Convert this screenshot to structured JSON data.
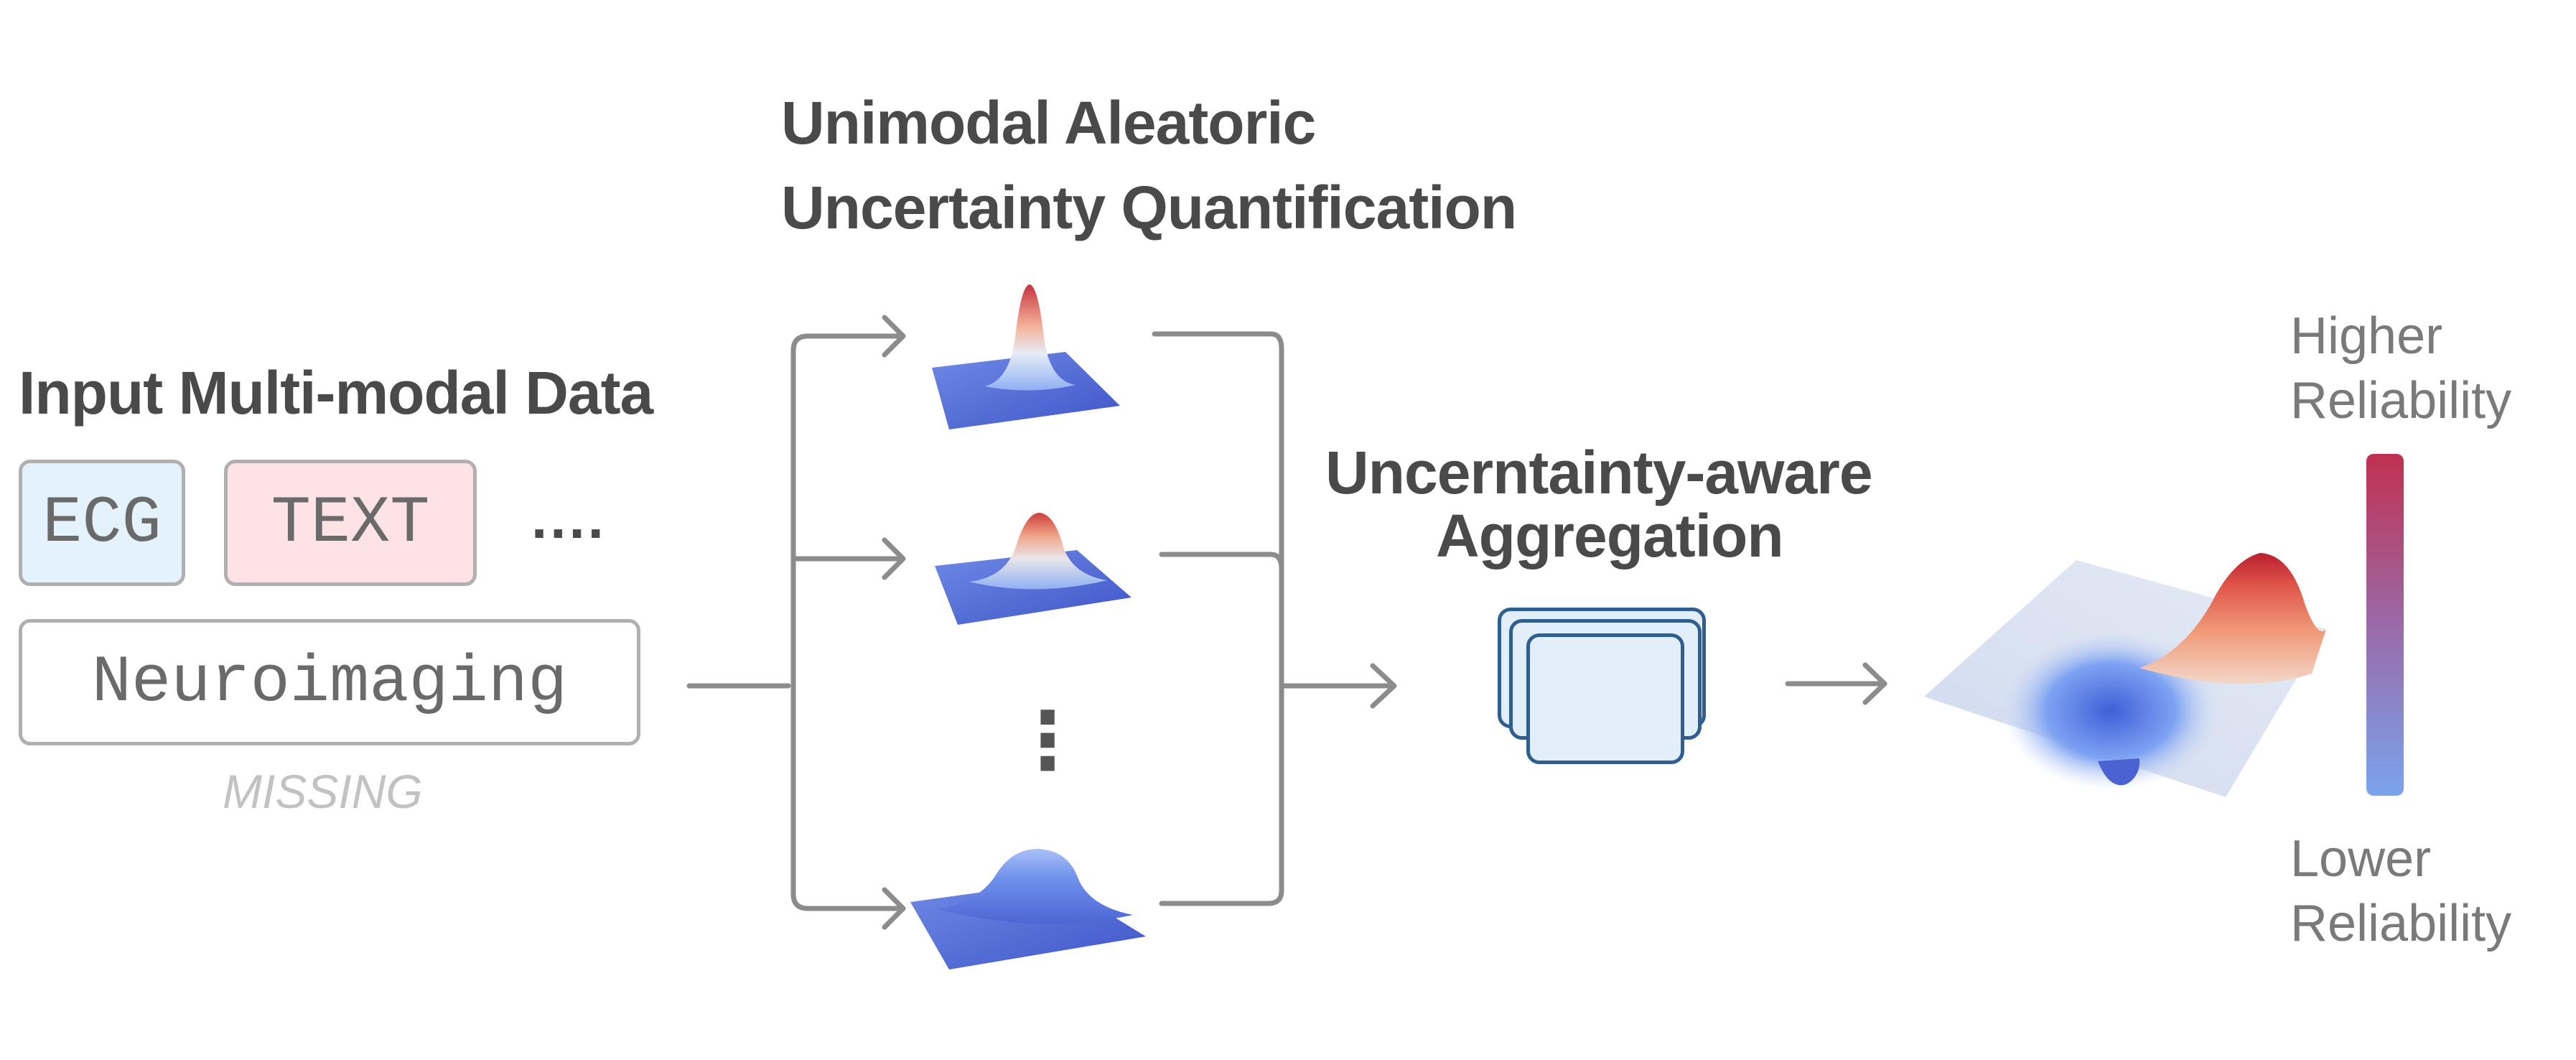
{
  "headings": {
    "input": "Input Multi-modal Data",
    "unimodal_line1": "Unimodal Aleatoric",
    "unimodal_line2": "Uncertainty Quantification",
    "aggregation_line1": "Uncerntainty-aware",
    "aggregation_line2": "Aggregation"
  },
  "inputs": {
    "ecg": "ECG",
    "text": "TEXT",
    "ellipsis": "....",
    "neuroimaging": "Neuroimaging",
    "missing": "MISSING"
  },
  "vertical_ellipsis": "⋮",
  "reliability": {
    "higher_line1": "Higher",
    "higher_line2": "Reliability",
    "lower_line1": "Lower",
    "lower_line2": "Reliability"
  },
  "colors": {
    "text": "#4a4a4a",
    "arrow": "#8c8c8c",
    "ecg_fill": "#e3f2fc",
    "text_fill": "#fde3e6",
    "box_border": "#b0b0b0",
    "aggregator_border": "#2e5f90",
    "aggregator_fill": "#e2effb",
    "high_red": "#c0304f",
    "low_blue": "#7aa4ee"
  }
}
